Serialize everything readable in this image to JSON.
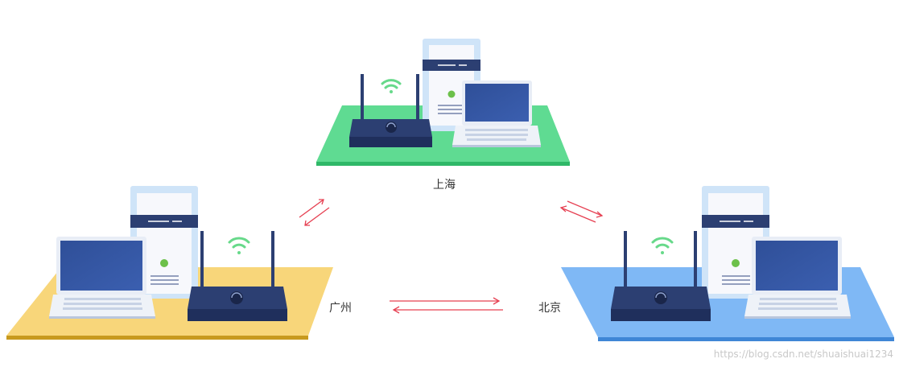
{
  "labels": {
    "shanghai": "上海",
    "guangzhou": "广州",
    "beijing": "北京"
  },
  "watermark": "https://blog.csdn.net/shuaishuai1234",
  "colors": {
    "shanghai_platform": "#5fdb92",
    "guangzhou_platform": "#f8d67a",
    "beijing_platform": "#7fb8f5",
    "router": "#2c3f72",
    "arrow": "#e64052",
    "wifi": "#67d98a"
  }
}
